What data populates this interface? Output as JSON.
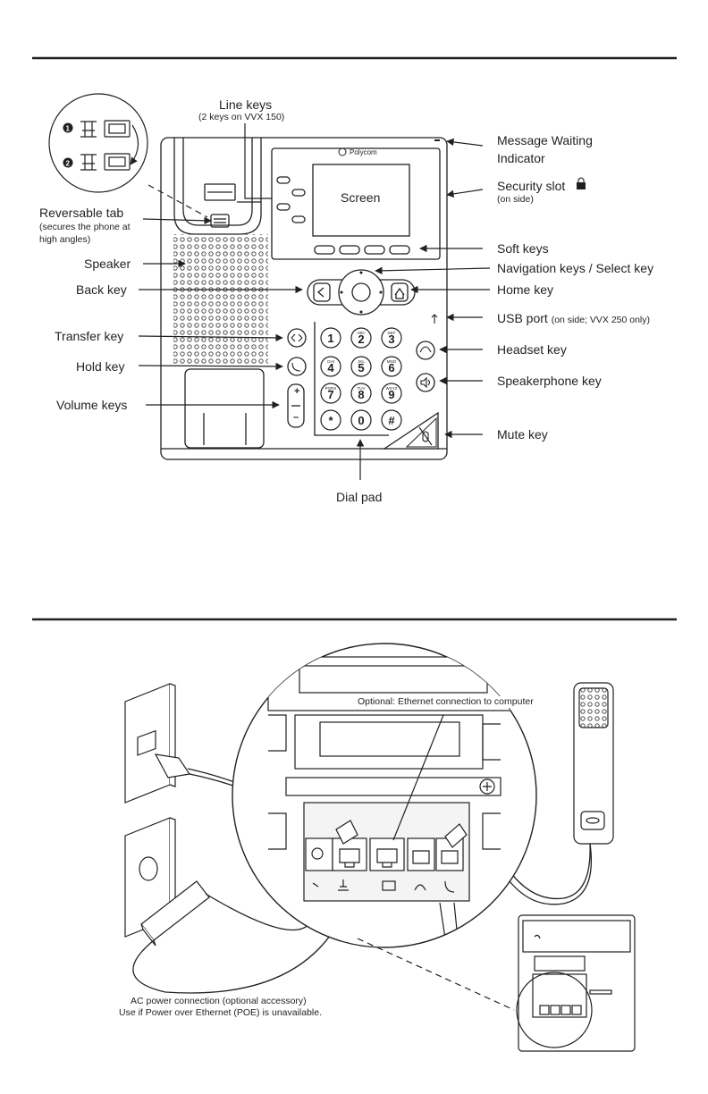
{
  "top_diagram": {
    "labels": {
      "line_keys": "Line keys",
      "line_keys_note": "(2 keys on VVX 150)",
      "message_waiting": "Message Waiting",
      "message_waiting_2": "Indicator",
      "security_slot": "Security slot",
      "security_slot_note": "(on side)",
      "reversable_tab": "Reversable tab",
      "reversable_tab_note_1": "(secures the phone at",
      "reversable_tab_note_2": "high angles)",
      "soft_keys": "Soft keys",
      "speaker": "Speaker",
      "navigation_keys": "Navigation keys / Select key",
      "back_key": "Back key",
      "home_key": "Home key",
      "usb_port": "USB port",
      "usb_port_note": "(on side; VVX 250 only)",
      "transfer_key": "Transfer key",
      "headset_key": "Headset key",
      "hold_key": "Hold key",
      "speakerphone_key": "Speakerphone key",
      "volume_keys": "Volume keys",
      "mute_key": "Mute key",
      "dial_pad": "Dial pad"
    },
    "screen_text": "Screen",
    "brand": "Polycom",
    "step_numbers": [
      "1",
      "2"
    ],
    "dialpad": [
      {
        "digit": "1",
        "letters": ""
      },
      {
        "digit": "2",
        "letters": "ABC"
      },
      {
        "digit": "3",
        "letters": "DEF"
      },
      {
        "digit": "4",
        "letters": "GHI"
      },
      {
        "digit": "5",
        "letters": "JKL"
      },
      {
        "digit": "6",
        "letters": "MNO"
      },
      {
        "digit": "7",
        "letters": "PQRS"
      },
      {
        "digit": "8",
        "letters": "TUV"
      },
      {
        "digit": "9",
        "letters": "WXYZ"
      },
      {
        "digit": "*",
        "letters": ""
      },
      {
        "digit": "0",
        "letters": ""
      },
      {
        "digit": "#",
        "letters": ""
      }
    ],
    "volume_symbols": [
      "+",
      "–"
    ]
  },
  "bottom_diagram": {
    "labels": {
      "ethernet_computer": "Optional: Ethernet connection to computer",
      "ac_power_1": "AC power connection (optional accessory)",
      "ac_power_2": "Use if Power over Ethernet (POE) is unavailable."
    }
  }
}
